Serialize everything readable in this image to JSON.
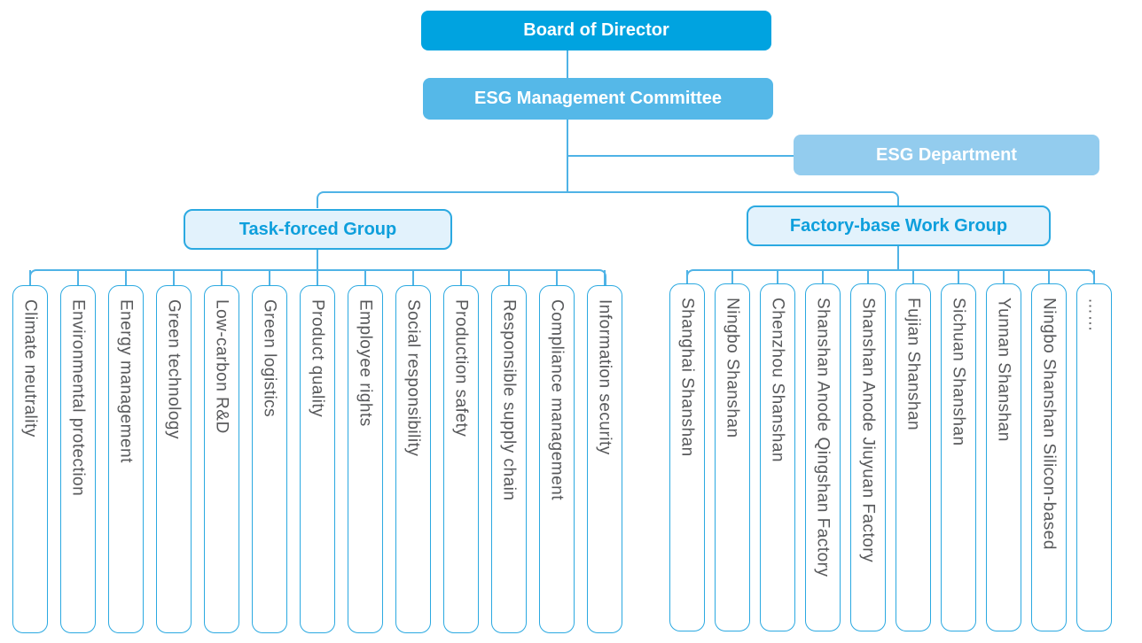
{
  "org_chart": {
    "root": {
      "label": "Board of Director"
    },
    "committee": {
      "label": "ESG Management Committee"
    },
    "department": {
      "label": "ESG Department"
    },
    "groups": [
      {
        "label": "Task-forced Group",
        "members": [
          "Climate neutrality",
          "Environmental protection",
          "Energy management",
          "Green technology",
          "Low-carbon R&D",
          "Green logistics",
          "Product quality",
          "Employee rights",
          "Social responsibility",
          "Production safety",
          "Responsible supply chain",
          "Compliance management",
          "Information security"
        ]
      },
      {
        "label": "Factory-base Work Group",
        "members": [
          "Shanghai Shanshan",
          "Ningbo Shanshan",
          "Chenzhou Shanshan",
          "Shanshan Anode Qingshan Factory",
          "Shanshan Anode Jiuyuan Factory",
          "Fujian Shanshan",
          "Sichuan Shanshan",
          "Yunnan Shanshan",
          "Ningbo Shanshan Silicon-based",
          "……"
        ]
      }
    ]
  },
  "colors": {
    "board": "#00A3E0",
    "committee": "#55B8E8",
    "dept": "#93CCEE",
    "groupFill": "#E2F2FC",
    "groupBorder": "#2BA9E1",
    "groupText": "#0E9FDC",
    "childBorder": "#2BA9E1",
    "childText": "#58595B",
    "line": "#4FB3E6"
  }
}
